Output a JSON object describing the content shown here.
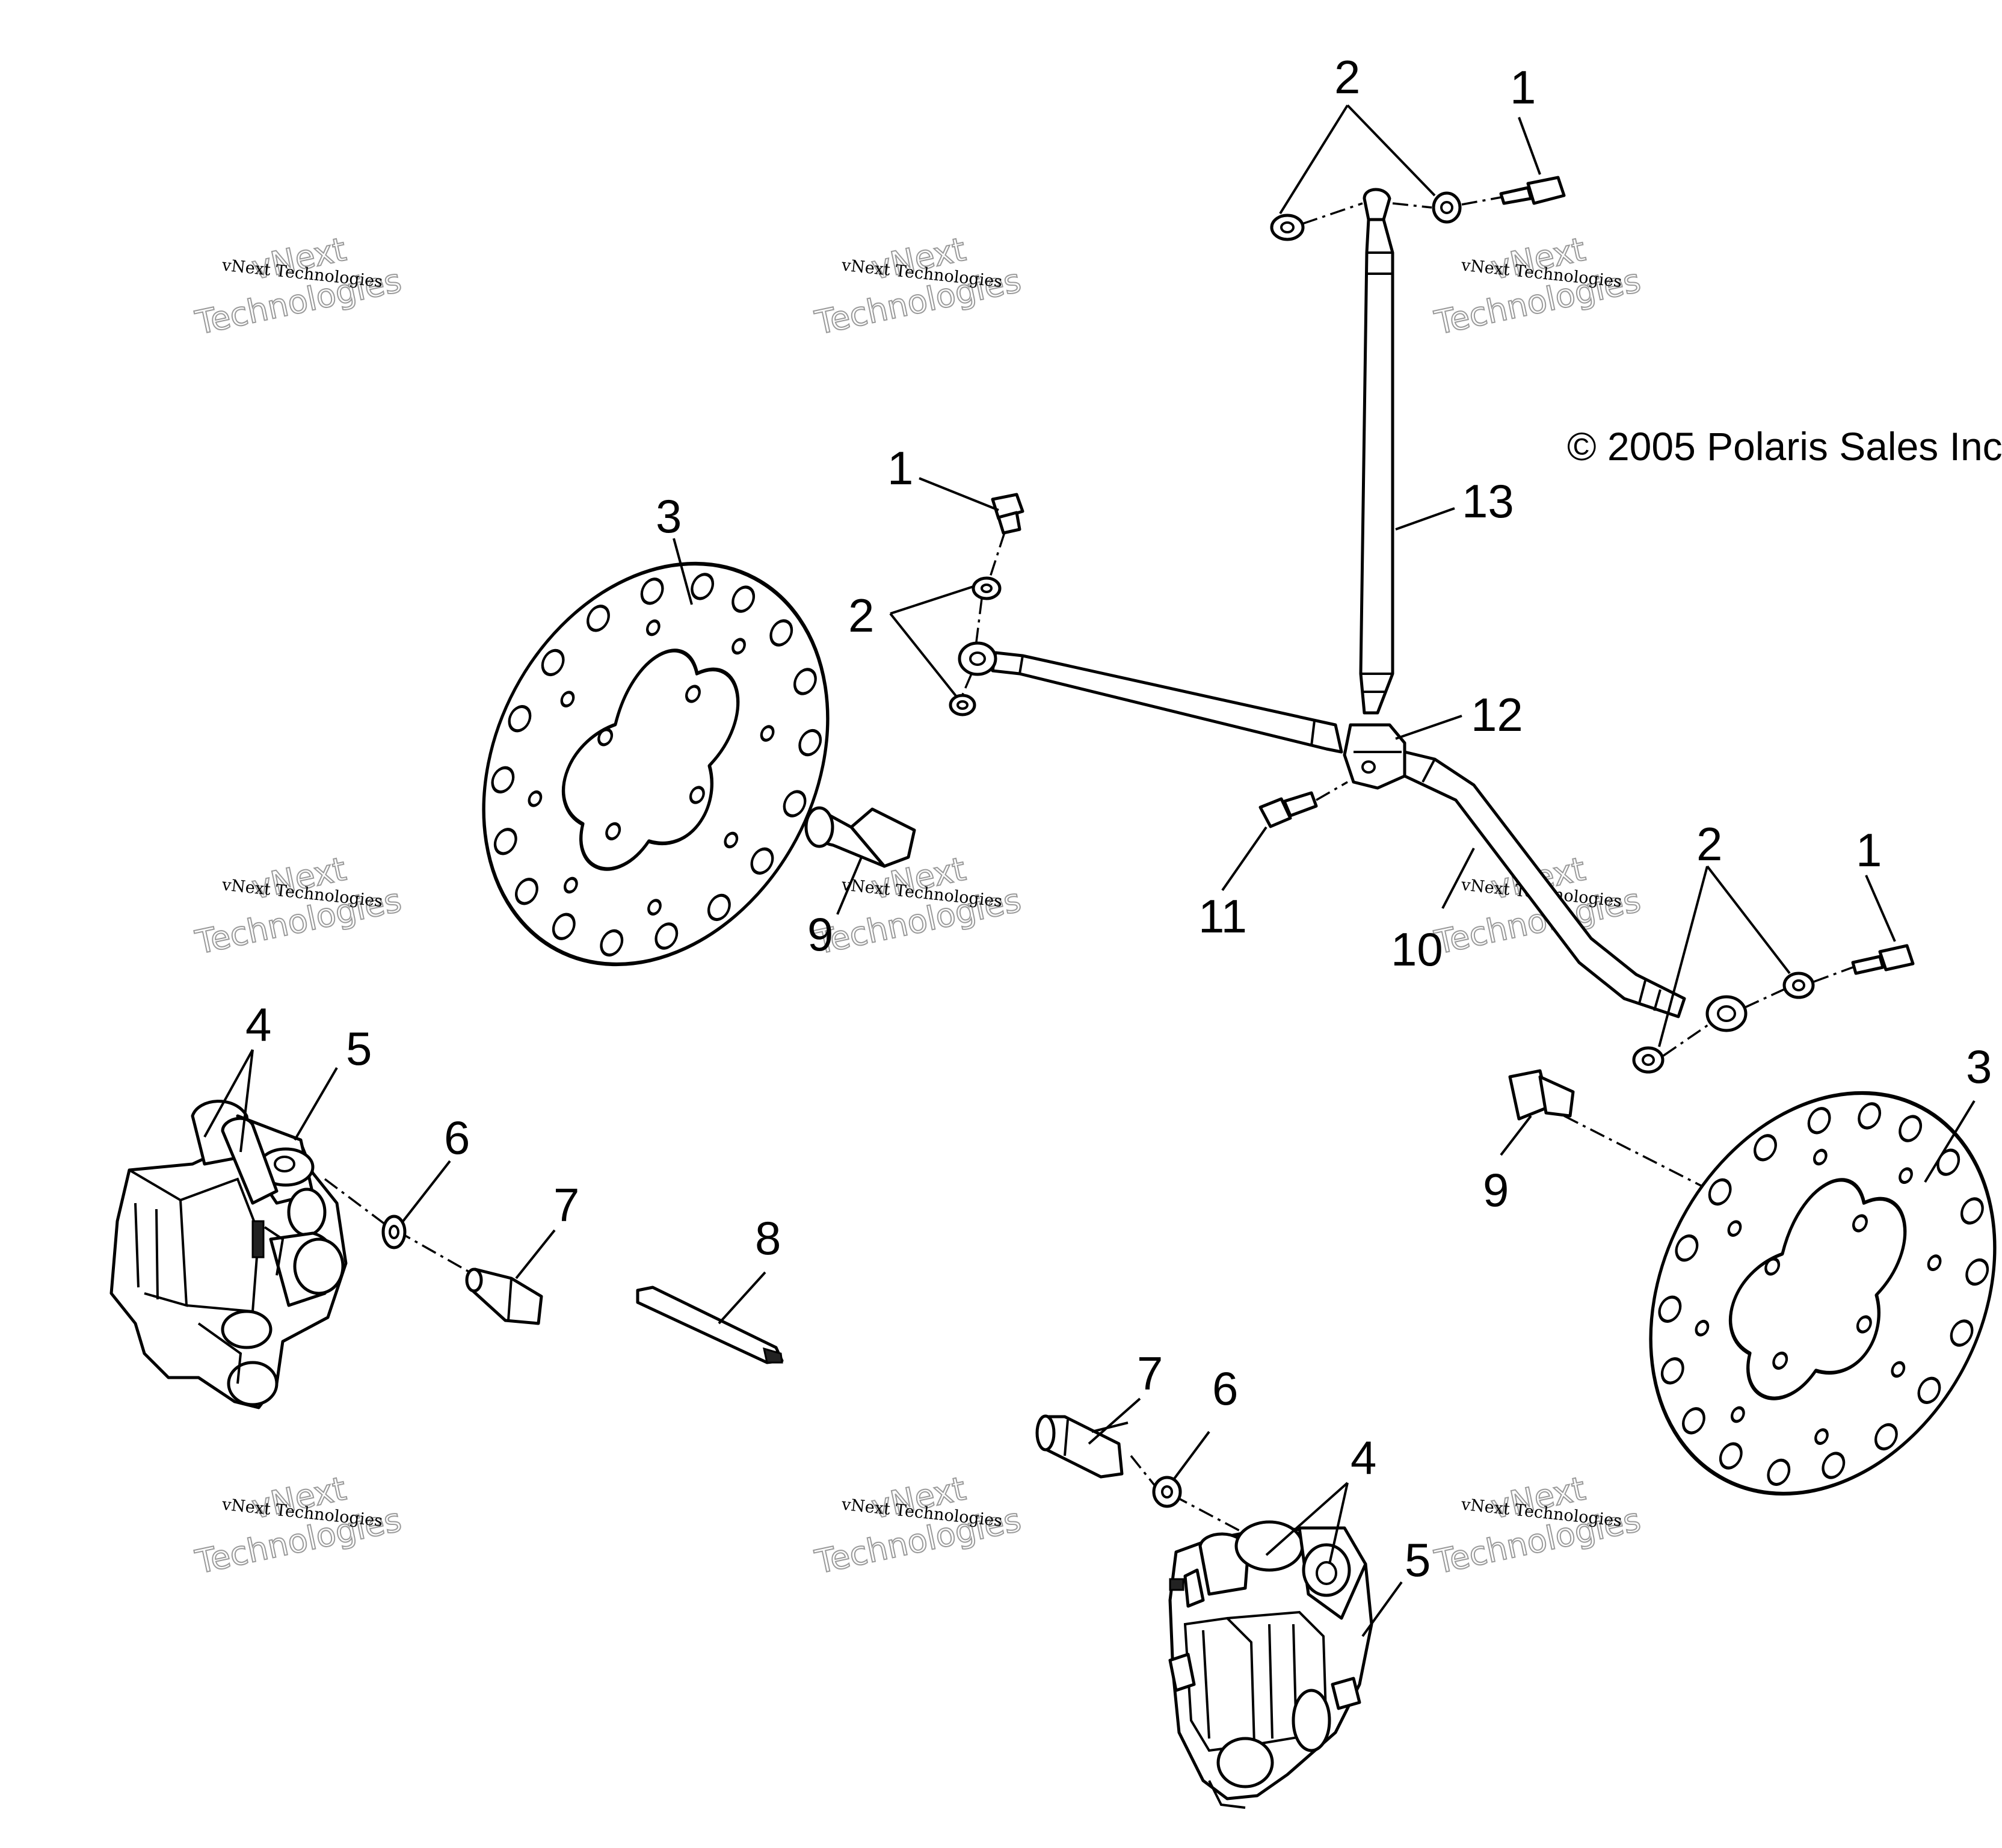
{
  "diagram": {
    "copyright": "© 2005 Polaris Sales Inc",
    "watermark": {
      "line1": "vNext Technologies",
      "line2": "vNext",
      "line3": "Technologies"
    },
    "callouts": {
      "c1_top": "1",
      "c2_top": "2",
      "c1_left": "1",
      "c2_left": "2",
      "c3_left": "3",
      "c13": "13",
      "c12": "12",
      "c11": "11",
      "c10": "10",
      "c2_right": "2",
      "c1_right": "1",
      "c9_left": "9",
      "c3_right": "3",
      "c9_right": "9",
      "c4_left": "4",
      "c5_left": "5",
      "c6_left": "6",
      "c7_left": "7",
      "c8": "8",
      "c7_bottom": "7",
      "c6_bottom": "6",
      "c4_bottom": "4",
      "c5_bottom": "5"
    }
  }
}
